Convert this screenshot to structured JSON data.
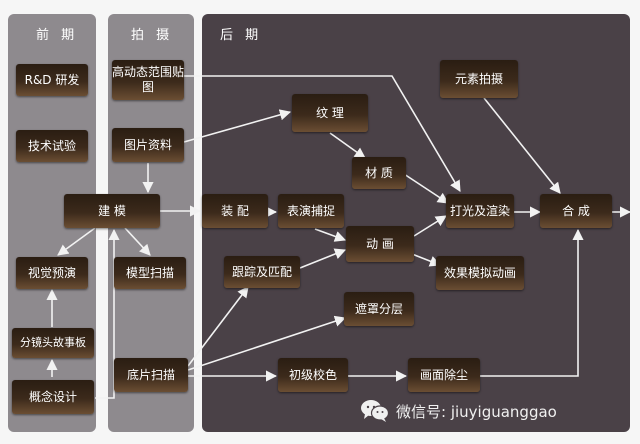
{
  "columns": {
    "pre": "前 期",
    "shoot": "拍 摄",
    "post": "后 期"
  },
  "nodes": {
    "rd": "R&D 研发",
    "tech_test": "技术试验",
    "build": "建 模",
    "previs": "视觉预演",
    "model_scan": "模型扫描",
    "storyboard": "分镜头故事板",
    "concept": "概念设计",
    "hdr": "高动态范围贴图",
    "photo_ref": "图片资料",
    "plate_scan": "底片扫描",
    "texture": "纹 理",
    "material": "材 质",
    "assembly": "装 配",
    "mocap": "表演捕捉",
    "animation": "动 画",
    "tracking": "跟踪及匹配",
    "element_shoot": "元素拍摄",
    "lighting": "打光及渲染",
    "composite": "合 成",
    "fx_sim": "效果模拟动画",
    "roto": "遮罩分层",
    "color": "初级校色",
    "degrain": "画面除尘"
  },
  "watermark": {
    "icon": "wechat-icon",
    "text": "微信号: jiuyiguanggao"
  },
  "colors": {
    "panel_light": "#8e8a8e",
    "panel_dark": "#4a4147",
    "node_dark": "#2a1d12",
    "node_light": "#6b4e33",
    "arrow": "#f2f2f2"
  }
}
